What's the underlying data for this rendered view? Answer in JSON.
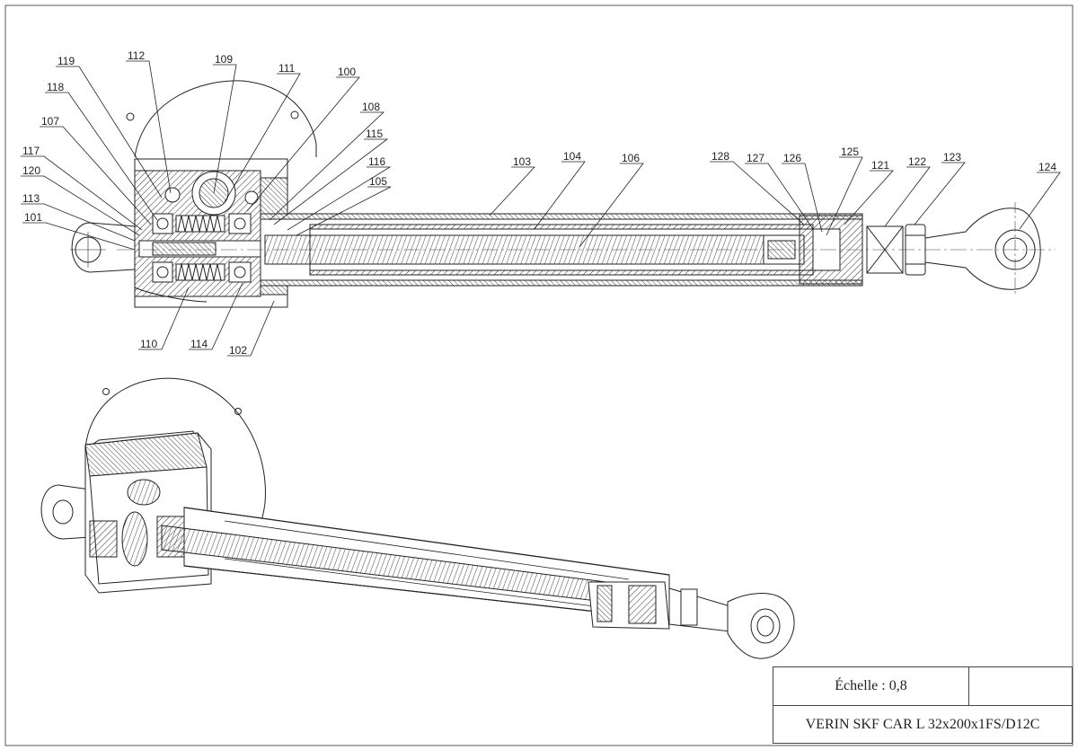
{
  "drawing": {
    "callouts": [
      {
        "id": "c119",
        "label": "119"
      },
      {
        "id": "c112",
        "label": "112"
      },
      {
        "id": "c109",
        "label": "109"
      },
      {
        "id": "c111",
        "label": "111"
      },
      {
        "id": "c100",
        "label": "100"
      },
      {
        "id": "c118",
        "label": "118"
      },
      {
        "id": "c108",
        "label": "108"
      },
      {
        "id": "c107",
        "label": "107"
      },
      {
        "id": "c115",
        "label": "115"
      },
      {
        "id": "c117",
        "label": "117"
      },
      {
        "id": "c116",
        "label": "116"
      },
      {
        "id": "c120",
        "label": "120"
      },
      {
        "id": "c105",
        "label": "105"
      },
      {
        "id": "c113",
        "label": "113"
      },
      {
        "id": "c101",
        "label": "101"
      },
      {
        "id": "c103",
        "label": "103"
      },
      {
        "id": "c104",
        "label": "104"
      },
      {
        "id": "c106",
        "label": "106"
      },
      {
        "id": "c128",
        "label": "128"
      },
      {
        "id": "c127",
        "label": "127"
      },
      {
        "id": "c126",
        "label": "126"
      },
      {
        "id": "c125",
        "label": "125"
      },
      {
        "id": "c121",
        "label": "121"
      },
      {
        "id": "c122",
        "label": "122"
      },
      {
        "id": "c123",
        "label": "123"
      },
      {
        "id": "c124",
        "label": "124"
      },
      {
        "id": "c110",
        "label": "110"
      },
      {
        "id": "c114",
        "label": "114"
      },
      {
        "id": "c102",
        "label": "102"
      }
    ]
  },
  "title_block": {
    "scale": "Échelle : 0,8",
    "title": "VERIN SKF CAR L 32x200x1FS/D12C"
  }
}
